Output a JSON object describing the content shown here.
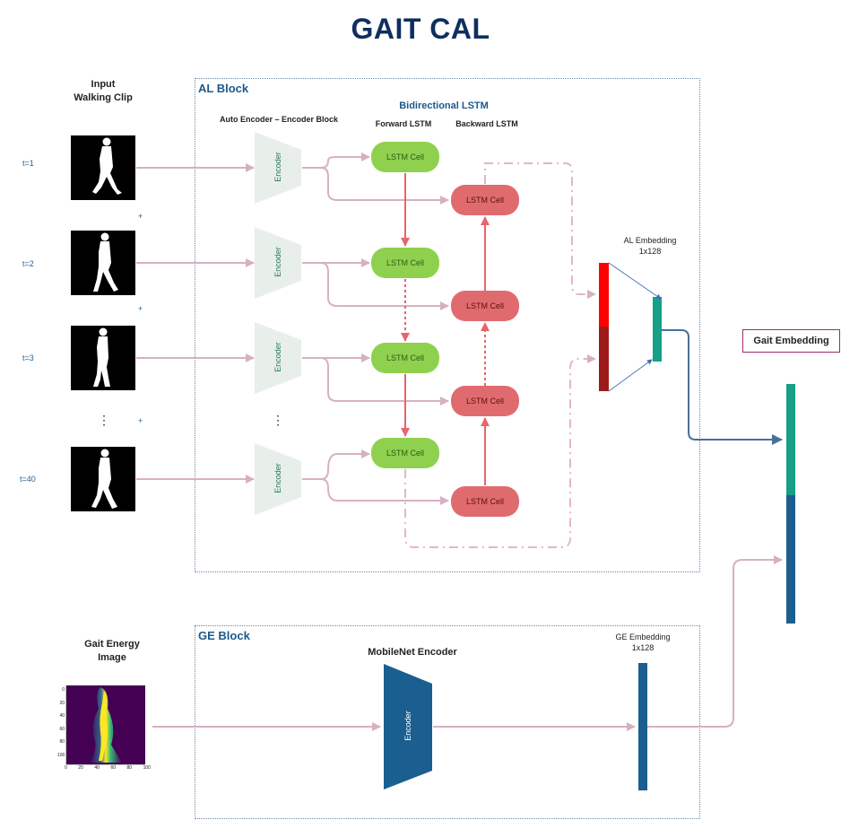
{
  "title": "GAIT CAL",
  "al_block": {
    "label": "AL Block",
    "input_label": [
      "Input",
      "Walking Clip"
    ],
    "encoder_block_label": "Auto Encoder – Encoder Block",
    "bilstm_label": "Bidirectional LSTM",
    "forward_label": "Forward LSTM",
    "backward_label": "Backward LSTM",
    "time_labels": [
      "t=1",
      "t=2",
      "t=3",
      "t=40"
    ],
    "ellipsis": "⋮",
    "plus": "+",
    "encoder_text": "Encoder",
    "cell_text": "LSTM Cell",
    "embedding_label": [
      "AL Embedding",
      "1x128"
    ]
  },
  "ge_block": {
    "label": "GE Block",
    "input_label": [
      "Gait Energy",
      "Image"
    ],
    "encoder_label": "MobileNet Encoder",
    "encoder_text": "Encoder",
    "embedding_label": [
      "GE Embedding",
      "1x128"
    ],
    "plot_y_ticks": [
      "0",
      "20",
      "40",
      "60",
      "80",
      "100"
    ],
    "plot_x_ticks": [
      "0",
      "20",
      "40",
      "60",
      "80",
      "100"
    ]
  },
  "gait_embedding_label": "Gait Embedding",
  "colors": {
    "title": "#0f2f5f",
    "forward_cell": "#8fd14f",
    "backward_cell": "#e06b6f",
    "encoder": "#e8efeb",
    "al_embedding": "#17a085",
    "ge_embedding": "#1a5f8f",
    "arrow": "#d7b0c3",
    "red_arrow": "#e8646a"
  }
}
